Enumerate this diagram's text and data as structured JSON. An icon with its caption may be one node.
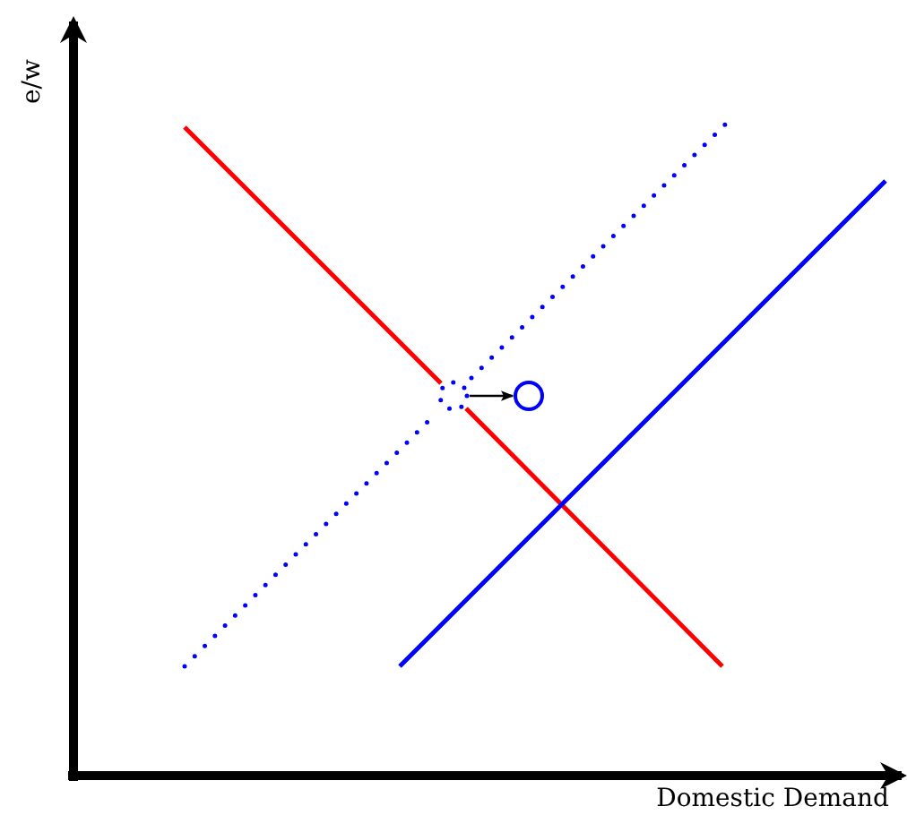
{
  "diagram": {
    "nodes": [
      {
        "text": [],
        "shape": "circle"
      },
      {
        "text": [],
        "shape": "circle"
      }
    ],
    "edges": [
      {
        "from": 0,
        "to": 1,
        "arrow": "to"
      }
    ],
    "labels": [
      "e/w",
      "Domestic Demand"
    ]
  }
}
